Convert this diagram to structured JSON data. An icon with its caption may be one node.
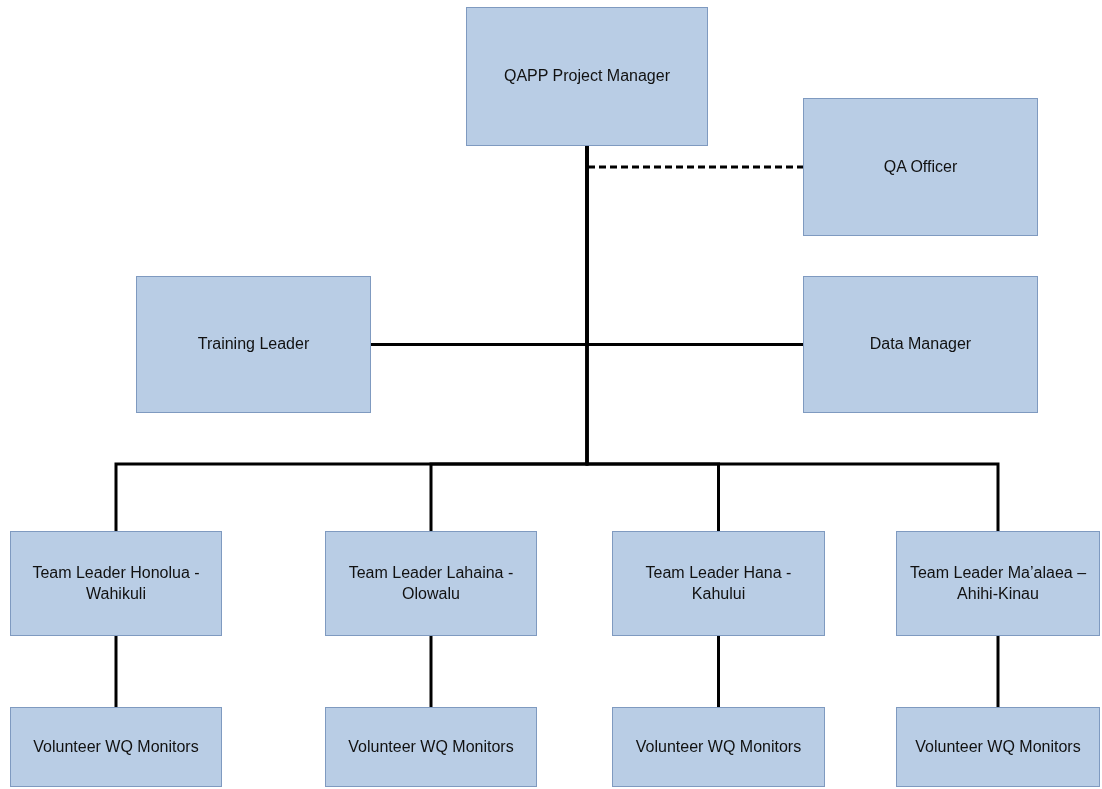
{
  "diagram": {
    "nodes": [
      {
        "text": [
          "QAPP Project Manager"
        ]
      },
      {
        "text": [
          "QA Officer"
        ]
      },
      {
        "text": [
          "Training Leader"
        ]
      },
      {
        "text": [
          "Data Manager"
        ]
      },
      {
        "text": [
          "Team Leader Honolua - Wahikuli"
        ]
      },
      {
        "text": [
          "Team Leader Lahaina - Olowalu"
        ]
      },
      {
        "text": [
          "Team Leader Hana - Kahului"
        ]
      },
      {
        "text": [
          "Team Leader Ma’alaea – Ahihi-Kinau"
        ]
      },
      {
        "text": [
          "Volunteer WQ Monitors"
        ]
      },
      {
        "text": [
          "Volunteer WQ Monitors"
        ]
      },
      {
        "text": [
          "Volunteer WQ Monitors"
        ]
      },
      {
        "text": [
          "Volunteer WQ Monitors"
        ]
      }
    ],
    "edges": [
      {
        "from": 0,
        "to": 1,
        "arrow": "none",
        "style": "dashed"
      },
      {
        "from": 0,
        "to": 2,
        "arrow": "none"
      },
      {
        "from": 0,
        "to": 3,
        "arrow": "none"
      },
      {
        "from": 0,
        "to": 4,
        "arrow": "none"
      },
      {
        "from": 0,
        "to": 5,
        "arrow": "none"
      },
      {
        "from": 0,
        "to": 6,
        "arrow": "none"
      },
      {
        "from": 0,
        "to": 7,
        "arrow": "none"
      },
      {
        "from": 4,
        "to": 8,
        "arrow": "none"
      },
      {
        "from": 5,
        "to": 9,
        "arrow": "none"
      },
      {
        "from": 6,
        "to": 10,
        "arrow": "none"
      },
      {
        "from": 7,
        "to": 11,
        "arrow": "none"
      }
    ]
  }
}
